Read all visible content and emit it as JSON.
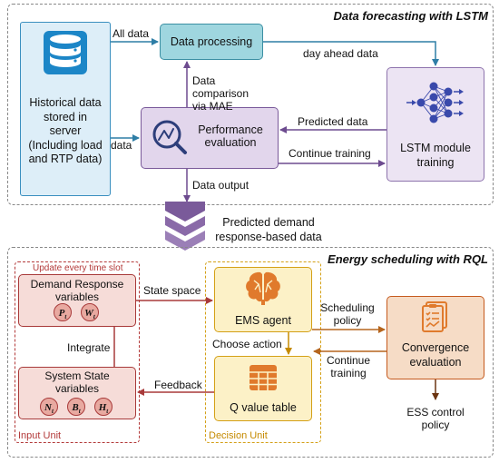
{
  "top_panel": {
    "title": "Data forecasting with LSTM"
  },
  "server": {
    "label": "Historical data stored in server (Including load and RTP data)"
  },
  "data_processing": {
    "label": "Data processing"
  },
  "performance": {
    "label": "Performance evaluation"
  },
  "lstm": {
    "label": "LSTM module training"
  },
  "edges_top": {
    "all_data": "All data",
    "day_ahead": "day ahead data",
    "data": "data",
    "comparison": "Data comparison via MAE",
    "predicted": "Predicted data",
    "continue_training": "Continue training",
    "data_output": "Data output"
  },
  "transition": {
    "label": "Predicted demand response-based data"
  },
  "bottom_panel": {
    "title": "Energy scheduling with RQL"
  },
  "input_unit": {
    "label": "Input Unit",
    "update_note": "Update every time slot",
    "demand_response": {
      "label": "Demand Response variables",
      "vars": [
        "P",
        "W"
      ],
      "sub": "t"
    },
    "system_state": {
      "label": "System State variables",
      "vars": [
        "N",
        "B",
        "H"
      ],
      "sub": "t"
    },
    "integrate": "Integrate"
  },
  "decision_unit": {
    "label": "Decision Unit",
    "ems_agent": "EMS agent",
    "q_table": "Q value table",
    "choose_action": "Choose action"
  },
  "convergence": {
    "label": "Convergence evaluation"
  },
  "edges_bottom": {
    "state_space": "State space",
    "scheduling_policy": "Scheduling policy",
    "continue_training": "Continue training",
    "feedback": "Feedback",
    "ess_policy": "ESS control policy"
  },
  "colors": {
    "blue_border": "#3a8fbf",
    "blue_fill": "#ddeef8",
    "teal_fill": "#9fd6df",
    "teal_border": "#3b8fa3",
    "purple_fill": "#e2d6ec",
    "purple_border": "#7a5a9a",
    "red_border": "#a83a3a",
    "red_fill": "#f6dcd8",
    "orange_border": "#c55a1e",
    "orange_fill": "#f6dcc6",
    "gold_border": "#d4a017",
    "gold_fill": "#fcf1c7",
    "accent_orange": "#e07a2c"
  }
}
